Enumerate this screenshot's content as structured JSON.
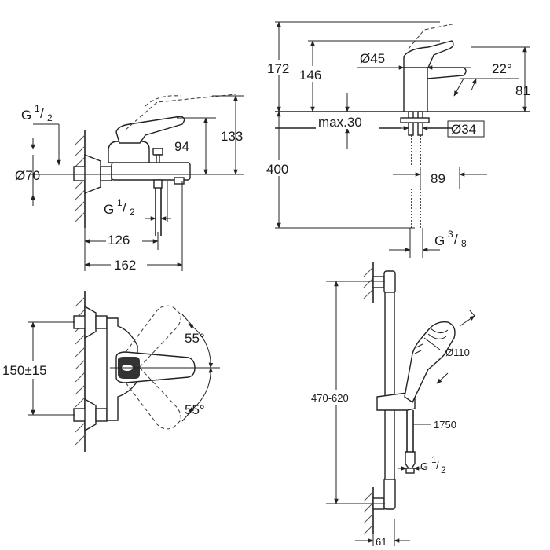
{
  "views": {
    "bath_mixer_side": {
      "inlet_thread": {
        "main": "G",
        "num": "1",
        "den": "2"
      },
      "rosette_diameter": "Ø70",
      "outlet_thread": {
        "main": "G",
        "num": "1",
        "den": "2"
      },
      "height_total": "133",
      "height_body": "94",
      "projection_outlet": "126",
      "projection_total": "162"
    },
    "basin_mixer_side": {
      "height_total": "172",
      "height_spout": "146",
      "spout_diameter": "Ø45",
      "lever_angle": "22°",
      "reach": "81",
      "max_deck": "max.30",
      "hole_diameter": "Ø34",
      "hose_length": "400",
      "thread_offset": "89",
      "connection_thread": {
        "main": "G",
        "num": "3",
        "den": "8"
      }
    },
    "bath_mixer_front": {
      "centres": "150±15",
      "angle_up": "55°",
      "angle_down": "55°"
    },
    "shower_set": {
      "rail_range": "470-620",
      "head_diameter": "Ø110",
      "hose_length": "1750",
      "hose_thread": {
        "main": "G",
        "num": "1",
        "den": "2"
      },
      "wall_offset": "61"
    }
  }
}
